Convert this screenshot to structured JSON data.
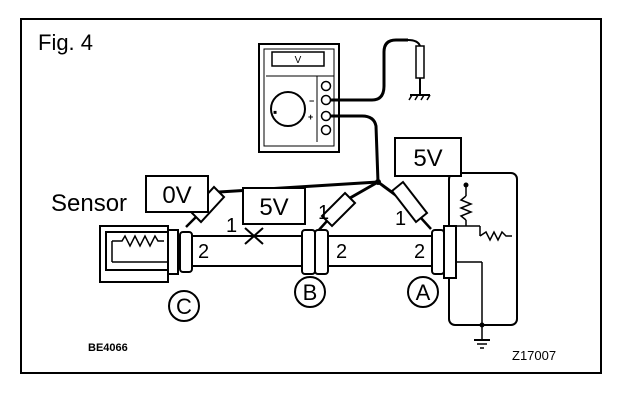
{
  "figure": {
    "label": "Fig. 4",
    "sensor_label": "Sensor",
    "code_left": "BE4066",
    "code_right": "Z17007"
  },
  "meter": {
    "display": "V"
  },
  "voltages": {
    "meter_to_a": "5V",
    "sensor_c": "0V",
    "line_c_b": "5V"
  },
  "connectors": {
    "c": "C",
    "b": "B",
    "a": "A"
  },
  "pins": {
    "c_pin1": "1",
    "c_pin2": "2",
    "b_pin1": "1",
    "b_pin2": "2",
    "a_pin1": "1",
    "a_pin2": "2"
  }
}
